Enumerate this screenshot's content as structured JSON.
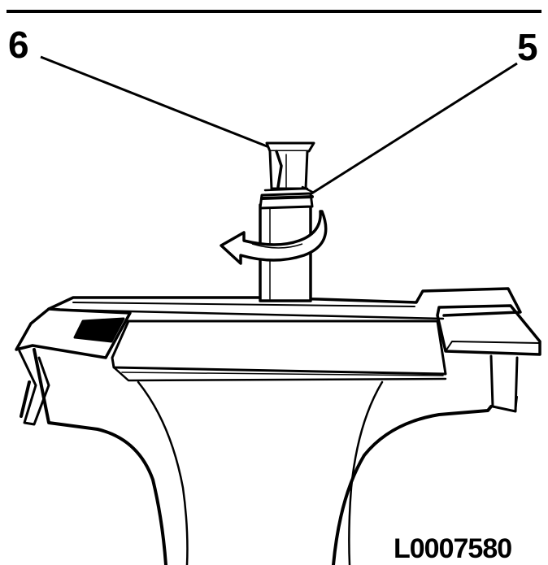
{
  "callouts": {
    "part_6": "6",
    "part_5": "5"
  },
  "figure_id": "L0007580",
  "colors": {
    "line": "#000000",
    "background": "#ffffff"
  }
}
